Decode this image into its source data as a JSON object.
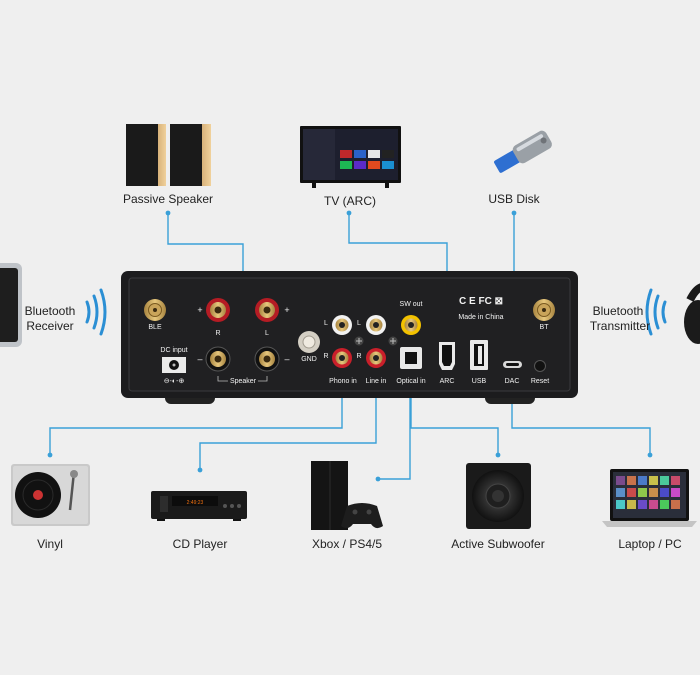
{
  "devices": {
    "passive_speaker": "Passive Speaker",
    "tv": "TV (ARC)",
    "usb_disk": "USB Disk",
    "bt_receiver_line1": "Bluetooth",
    "bt_receiver_line2": "Receiver",
    "bt_transmitter_line1": "Bluetooth",
    "bt_transmitter_line2": "Transmitter",
    "vinyl": "Vinyl",
    "cd_player": "CD Player",
    "console": "Xbox / PS4/5",
    "subwoofer": "Active Subwoofer",
    "laptop": "Laptop / PC"
  },
  "panel": {
    "ble": "BLE",
    "bt": "BT",
    "r": "R",
    "l": "L",
    "plus": "+",
    "minus": "–",
    "speaker": "Speaker",
    "dc_input": "DC input",
    "dc_symbol": "⊖-◐-⊕",
    "gnd": "GND",
    "phono_in": "Phono in",
    "line_in": "Line in",
    "optical_in": "Optical in",
    "sw_out": "SW out",
    "arc": "ARC",
    "usb": "USB",
    "dac": "DAC",
    "reset": "Reset",
    "made_in": "Made in China",
    "cert_marks": "C E  FC  ⊠"
  },
  "screens": {
    "cd_display": "2:49:23"
  },
  "colors": {
    "background": "#efefef",
    "connector_line": "#3aa0d8",
    "panel": "#1c1c1e",
    "wifi_arc": "#2b8fd4"
  }
}
